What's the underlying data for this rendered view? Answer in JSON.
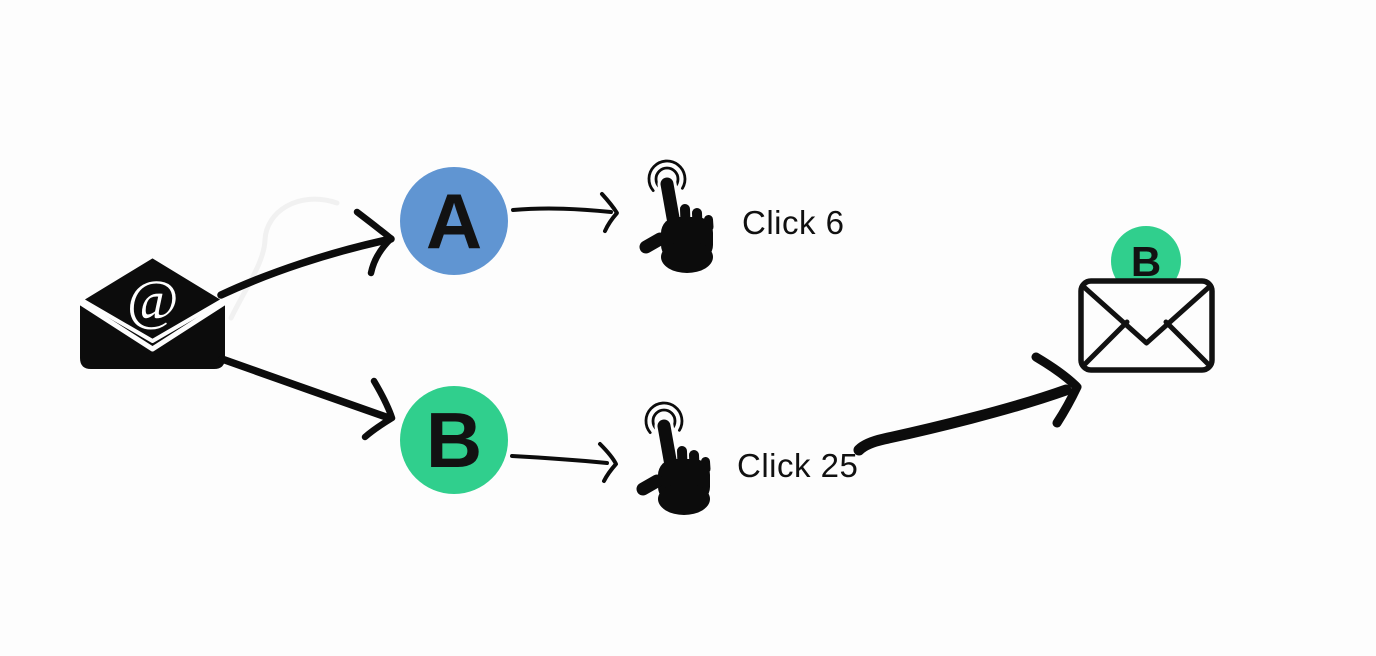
{
  "colors": {
    "variant_a_blue": "#6095d2",
    "variant_b_green": "#30cf8d",
    "ink_black": "#0c0c0c",
    "background": "#fdfdfd"
  },
  "source": {
    "icon": "email-at-envelope-icon",
    "symbol": "@"
  },
  "variants": {
    "a": {
      "label": "A"
    },
    "b": {
      "label": "B"
    }
  },
  "results": {
    "a": {
      "icon": "tap-click-icon",
      "label": "Click 6",
      "clicks": 6
    },
    "b": {
      "icon": "tap-click-icon",
      "label": "Click 25",
      "clicks": 25
    }
  },
  "winner": {
    "icon": "envelope-outline-icon",
    "badge_label": "B"
  }
}
